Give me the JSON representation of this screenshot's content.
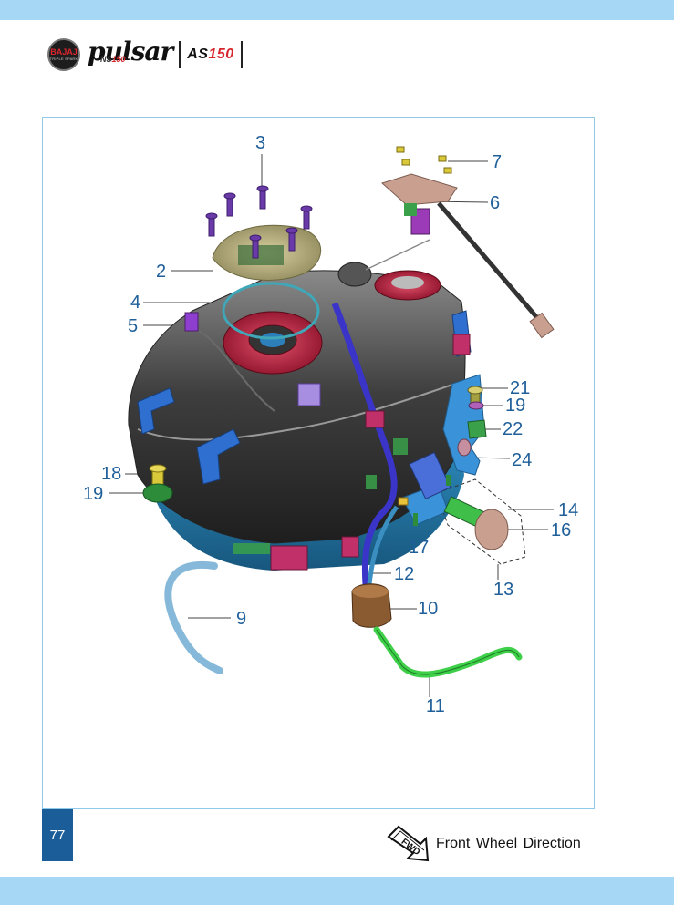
{
  "page": {
    "number": "77",
    "colors": {
      "band": "#a6d8f5",
      "frame": "#8fcbe9",
      "callout": "#1f5f9a",
      "page_badge": "#1a5d99"
    }
  },
  "header": {
    "badge_line1": "BAJAJ",
    "badge_line2": "TRIPLE SPARK",
    "brand": "pulsar",
    "brand_sub_prefix": "NS",
    "brand_sub_suffix": "150",
    "model_prefix": "AS",
    "model_suffix": "150"
  },
  "diagram": {
    "callouts": [
      {
        "id": "c3",
        "label": "3"
      },
      {
        "id": "c7",
        "label": "7"
      },
      {
        "id": "c6",
        "label": "6"
      },
      {
        "id": "c2",
        "label": "2"
      },
      {
        "id": "c4",
        "label": "4"
      },
      {
        "id": "c5",
        "label": "5"
      },
      {
        "id": "c21",
        "label": "21"
      },
      {
        "id": "c19a",
        "label": "19"
      },
      {
        "id": "c22",
        "label": "22"
      },
      {
        "id": "c24",
        "label": "24"
      },
      {
        "id": "c18",
        "label": "18"
      },
      {
        "id": "c19b",
        "label": "19"
      },
      {
        "id": "c14",
        "label": "14"
      },
      {
        "id": "c16",
        "label": "16"
      },
      {
        "id": "c17",
        "label": "17"
      },
      {
        "id": "c12",
        "label": "12"
      },
      {
        "id": "c13",
        "label": "13"
      },
      {
        "id": "c10",
        "label": "10"
      },
      {
        "id": "c9",
        "label": "9"
      },
      {
        "id": "c11",
        "label": "11"
      }
    ]
  },
  "footer": {
    "fwd_icon_text": "FWD",
    "direction_text": "Front Wheel Direction"
  }
}
